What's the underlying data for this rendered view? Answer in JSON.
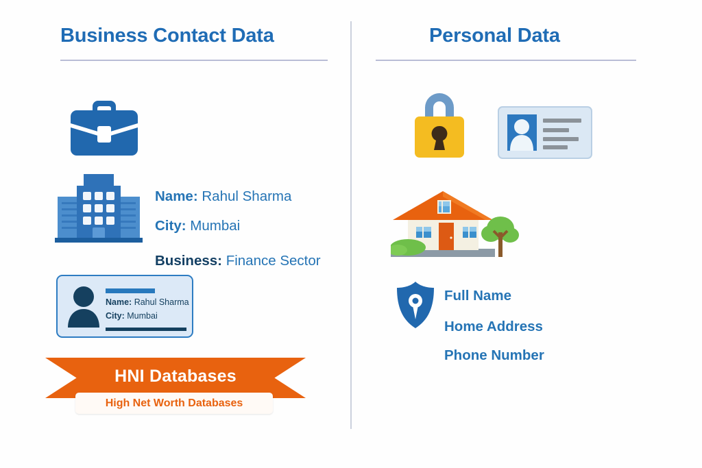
{
  "columns": {
    "left": {
      "title": "Business Contact Data",
      "record": {
        "name_label": "Name:",
        "name_value": "Rahul Sharma",
        "city_label": "City:",
        "city_value": "Mumbai",
        "business_label": "Business:",
        "business_value": "Finance Sector"
      },
      "id_card": {
        "name_label": "Name:",
        "name_value": "Rahul Sharma",
        "city_label": "City:",
        "city_value": "Mumbai"
      },
      "banner": {
        "title": "HNI Databases",
        "subtitle": "High Net Worth Databases"
      },
      "icons": {
        "briefcase": "briefcase-icon",
        "building": "office-building-icon",
        "id_card": "id-card-icon"
      }
    },
    "right": {
      "title": "Personal Data",
      "fields": [
        {
          "label": "Full Name"
        },
        {
          "label": "Home Address"
        },
        {
          "label": "Phone Number"
        }
      ],
      "icons": {
        "padlock": "padlock-icon",
        "id_badge": "id-badge-icon",
        "house": "house-icon",
        "shield": "shield-location-icon"
      }
    }
  },
  "colors": {
    "title_blue": "#1f6cb5",
    "text_blue": "#2574b5",
    "dark_navy": "#133f63",
    "banner_orange": "#e8620f",
    "lock_yellow": "#f4bc21",
    "roof_orange": "#e8620f",
    "tree_green": "#6fbf4a",
    "divider_gray": "#ccd1dd",
    "rule_lavender": "#b9bdd6"
  }
}
